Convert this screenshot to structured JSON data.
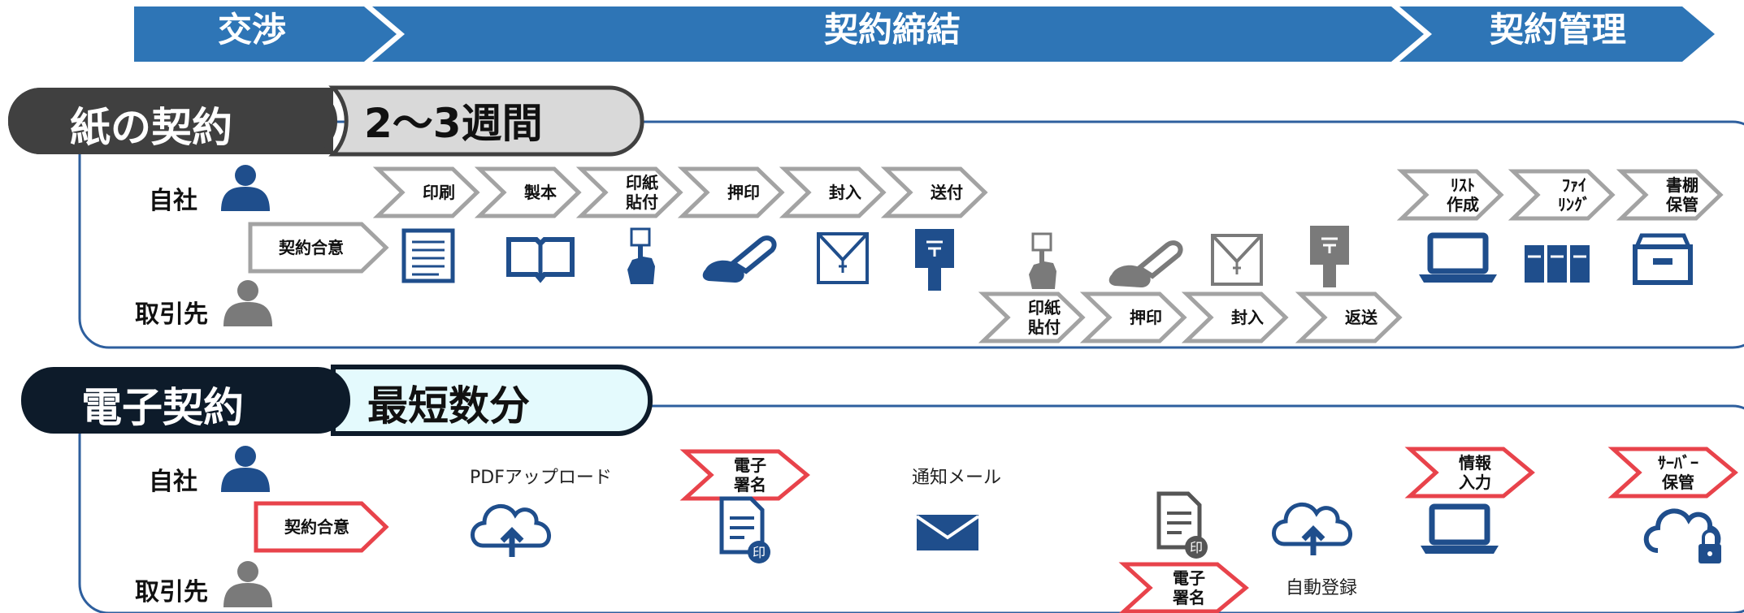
{
  "stages": {
    "negotiation": "交渉",
    "conclusion": "契約締結",
    "management": "契約管理"
  },
  "paper": {
    "title": "紙の契約",
    "duration": "2～3週間",
    "own_company": "自社",
    "partner": "取引先",
    "agreement": "契約合意",
    "own_steps": [
      "印刷",
      "製本",
      "印紙\n貼付",
      "押印",
      "封入",
      "送付"
    ],
    "partner_steps": [
      "印紙\n貼付",
      "押印",
      "封入",
      "返送"
    ],
    "management_steps": [
      "ﾘｽﾄ\n作成",
      "ﾌｧｲ\nﾘﾝｸﾞ",
      "書棚\n保管"
    ]
  },
  "electronic": {
    "title": "電子契約",
    "duration": "最短数分",
    "own_company": "自社",
    "partner": "取引先",
    "agreement": "契約合意",
    "upload": "PDFアップロード",
    "own_sign": "電子\n署名",
    "notify": "通知メール",
    "partner_sign": "電子\n署名",
    "auto_register": "自動登録",
    "info_input": "情報\n入力",
    "server_store": "ｻｰﾊﾞｰ\n保管"
  },
  "colors": {
    "stage_blue": "#2e75b6",
    "icon_blue": "#1f4e8c",
    "icon_gray": "#7a7a7a",
    "red": "#e8434b",
    "dark": "#404040",
    "navy": "#0d1b2a"
  }
}
